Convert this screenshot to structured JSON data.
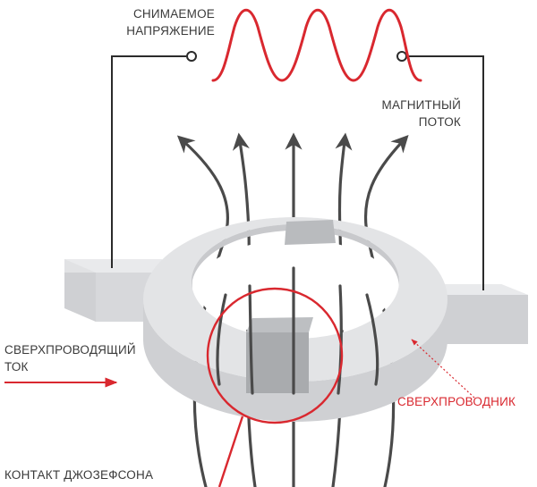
{
  "labels": {
    "output_voltage_line1": "СНИМАЕМОЕ",
    "output_voltage_line2": "НАПРЯЖЕНИЕ",
    "magnetic_flux_line1": "МАГНИТНЫЙ",
    "magnetic_flux_line2": "ПОТОК",
    "supercurrent_line1": "СВЕРХПРОВОДЯЩИЙ",
    "supercurrent_line2": "ТОК",
    "superconductor": "СВЕРХПРОВОДНИК",
    "josephson_contact": "КОНТАКТ ДЖОЗЕФСОНА"
  },
  "colors": {
    "accent_red": "#d9282f",
    "text_dark": "#3a3a3a",
    "ring_light": "#e3e4e6",
    "ring_side": "#cfd0d3",
    "junction_gray": "#a9abae",
    "flux_line": "#4a4a4a",
    "wire": "#2b2b2b"
  }
}
